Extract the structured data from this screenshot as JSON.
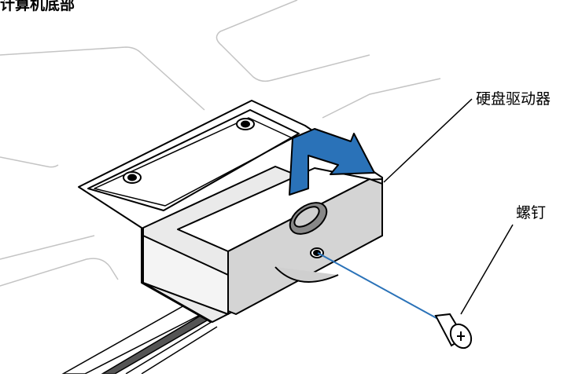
{
  "figure": {
    "title": "计算机底部",
    "callouts": {
      "hard_drive": "硬盘驱动器",
      "screw": "螺钉"
    }
  },
  "colors": {
    "arrow_blue": "#2a72b8",
    "screw_line_blue": "#2a72b8",
    "drive_fill": "#e6e6e6",
    "drive_fill_dark": "#bdbdbd",
    "outline": "#000000",
    "laptop_line": "#bfbfbf"
  }
}
